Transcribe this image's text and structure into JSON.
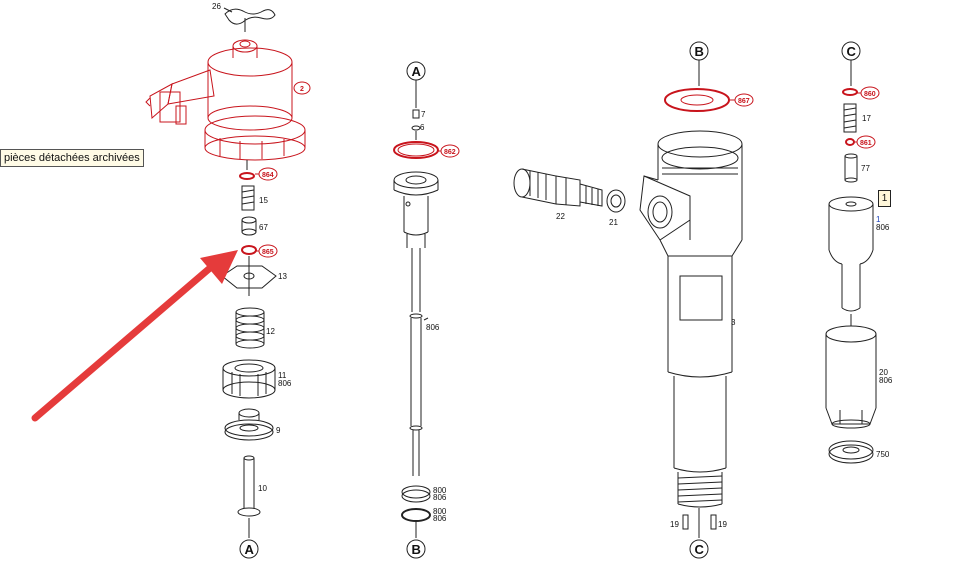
{
  "tooltip": {
    "text": "pièces détachées archivées"
  },
  "selected_marker": "1",
  "sections": {
    "left_bottom": "A",
    "middle_top": "A",
    "middle_bottom": "B",
    "right_top": "B",
    "right_bottom": "C",
    "far_right_top": "C"
  },
  "parts": {
    "p26": "26",
    "p2": "2",
    "p864": "864",
    "p15": "15",
    "p67": "67",
    "p865": "865",
    "p13": "13",
    "p12": "12",
    "p11": "11",
    "p11b": "806",
    "p9": "9",
    "p10": "10",
    "p7": "7",
    "p6": "6",
    "p862": "862",
    "p806mid": "806",
    "p800a": "800",
    "p806a": "806",
    "p800b": "800",
    "p806b": "806",
    "p22": "22",
    "p21": "21",
    "p867": "867",
    "p3": "3",
    "p19a": "19",
    "p19b": "19",
    "p860": "860",
    "p17": "17",
    "p861": "861",
    "p77": "77",
    "p1": "1",
    "p1b": "806",
    "p20": "20",
    "p20b": "806",
    "p750": "750"
  },
  "colors": {
    "line": "#222222",
    "highlight": "#c8141c",
    "arrow": "#e53b3b",
    "tooltip_bg": "#fffbe6",
    "ref_blue": "#1a3fb8"
  }
}
